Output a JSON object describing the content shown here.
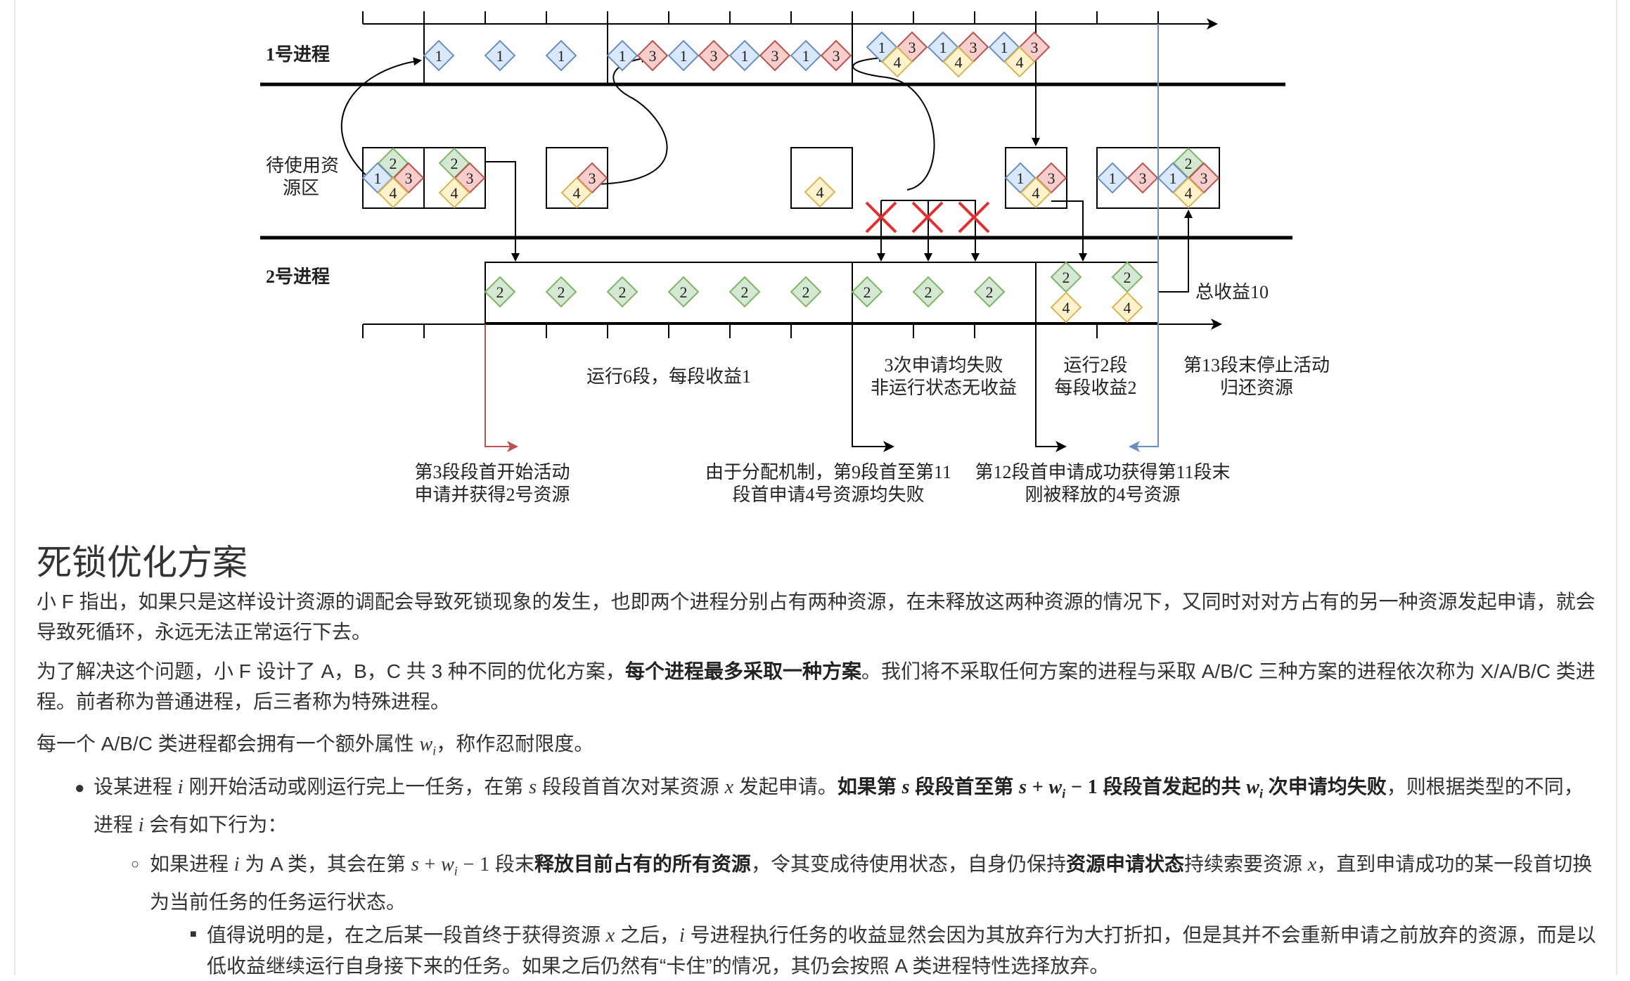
{
  "diagram": {
    "row_labels": {
      "p1": "1号进程",
      "pool_line1": "待使用资",
      "pool_line2": "源区",
      "p2": "2号进程"
    },
    "total_label": "总收益10",
    "annotations": {
      "run6": "运行6段，每段收益1",
      "fail3_line1": "3次申请均失败",
      "fail3_line2": "非运行状态无收益",
      "run2_line1": "运行2段",
      "run2_line2": "每段收益2",
      "stop_line1": "第13段末停止活动",
      "stop_line2": "归还资源",
      "start_line1": "第3段段首开始活动",
      "start_line2": "申请并获得2号资源",
      "mech_line1": "由于分配机制，第9段首至第11",
      "mech_line2": "段首申请4号资源均失败",
      "succ_line1": "第12段首申请成功获得第11段末",
      "succ_line2": "刚被释放的4号资源"
    },
    "resource_colors": {
      "1": "#dae8fc",
      "2": "#d5e8d4",
      "3": "#f8cecc",
      "4": "#fff2cc"
    },
    "resource_strokes": {
      "1": "#6c8ebf",
      "2": "#82b366",
      "3": "#b85450",
      "4": "#d6b656"
    },
    "resource_names": {
      "1": "1",
      "2": "2",
      "3": "3",
      "4": "4"
    }
  },
  "heading": "死锁优化方案",
  "para1": "小 F 指出，如果只是这样设计资源的调配会导致死锁现象的发生，也即两个进程分别占有两种资源，在未释放这两种资源的情况下，又同时对对方占有的另一种资源发起申请，就会导致死循环，永远无法正常运行下去。",
  "para2_a": "为了解决这个问题，小 F 设计了 A，B，C 共 3 种不同的优化方案，",
  "para2_b": "每个进程最多采取一种方案",
  "para2_c": "。我们将不采取任何方案的进程与采取 A/B/C 三种方案的进程依次称为 X/A/B/C 类进程。前者称为普通进程，后三者称为特殊进程。",
  "para3_a": "每一个 A/B/C 类进程都会拥有一个额外属性 ",
  "para3_var": "w",
  "para3_sub": "i",
  "para3_b": "，称作忍耐限度。",
  "li1_a": "设某进程 ",
  "li1_i": "i",
  "li1_b": " 刚开始活动或刚运行完上一任务，在第 ",
  "li1_s": "s",
  "li1_c": " 段段首首次对某资源 ",
  "li1_x": "x",
  "li1_d": " 发起申请。",
  "li1_bold1": "如果第 ",
  "li1_bold2": " 段段首至第 ",
  "li1_bold3": " 段段首发起的共 ",
  "li1_bold4": " 次申请均失败",
  "li1_e": "，则根据类型的不同，进程 ",
  "li1_f": " 会有如下行为：",
  "li2_a": "如果进程 ",
  "li2_b": " 为 A 类，其会在第 ",
  "li2_c": " 段末",
  "li2_bold1": "释放目前占有的所有资源",
  "li2_d": "，令其变成待使用状态，自身仍保持",
  "li2_bold2": "资源申请状态",
  "li2_e": "持续索要资源 ",
  "li2_f": "，直到申请成功的某一段首切换为当前任务的任务运行状态。",
  "li3_a": "值得说明的是，在之后某一段首终于获得资源 ",
  "li3_b": " 之后，",
  "li3_c": " 号进程执行任务的收益显然会因为其放弃行为大打折扣，但是其并不会重新申请之前放弃的资源，而是以低收益继续运行自身接下来的任务。如果之后仍然有“卡住”的情况，其仍会按照 A 类进程特性选择放弃。",
  "math_plus": "+",
  "math_minus": "−",
  "math_one": "1"
}
